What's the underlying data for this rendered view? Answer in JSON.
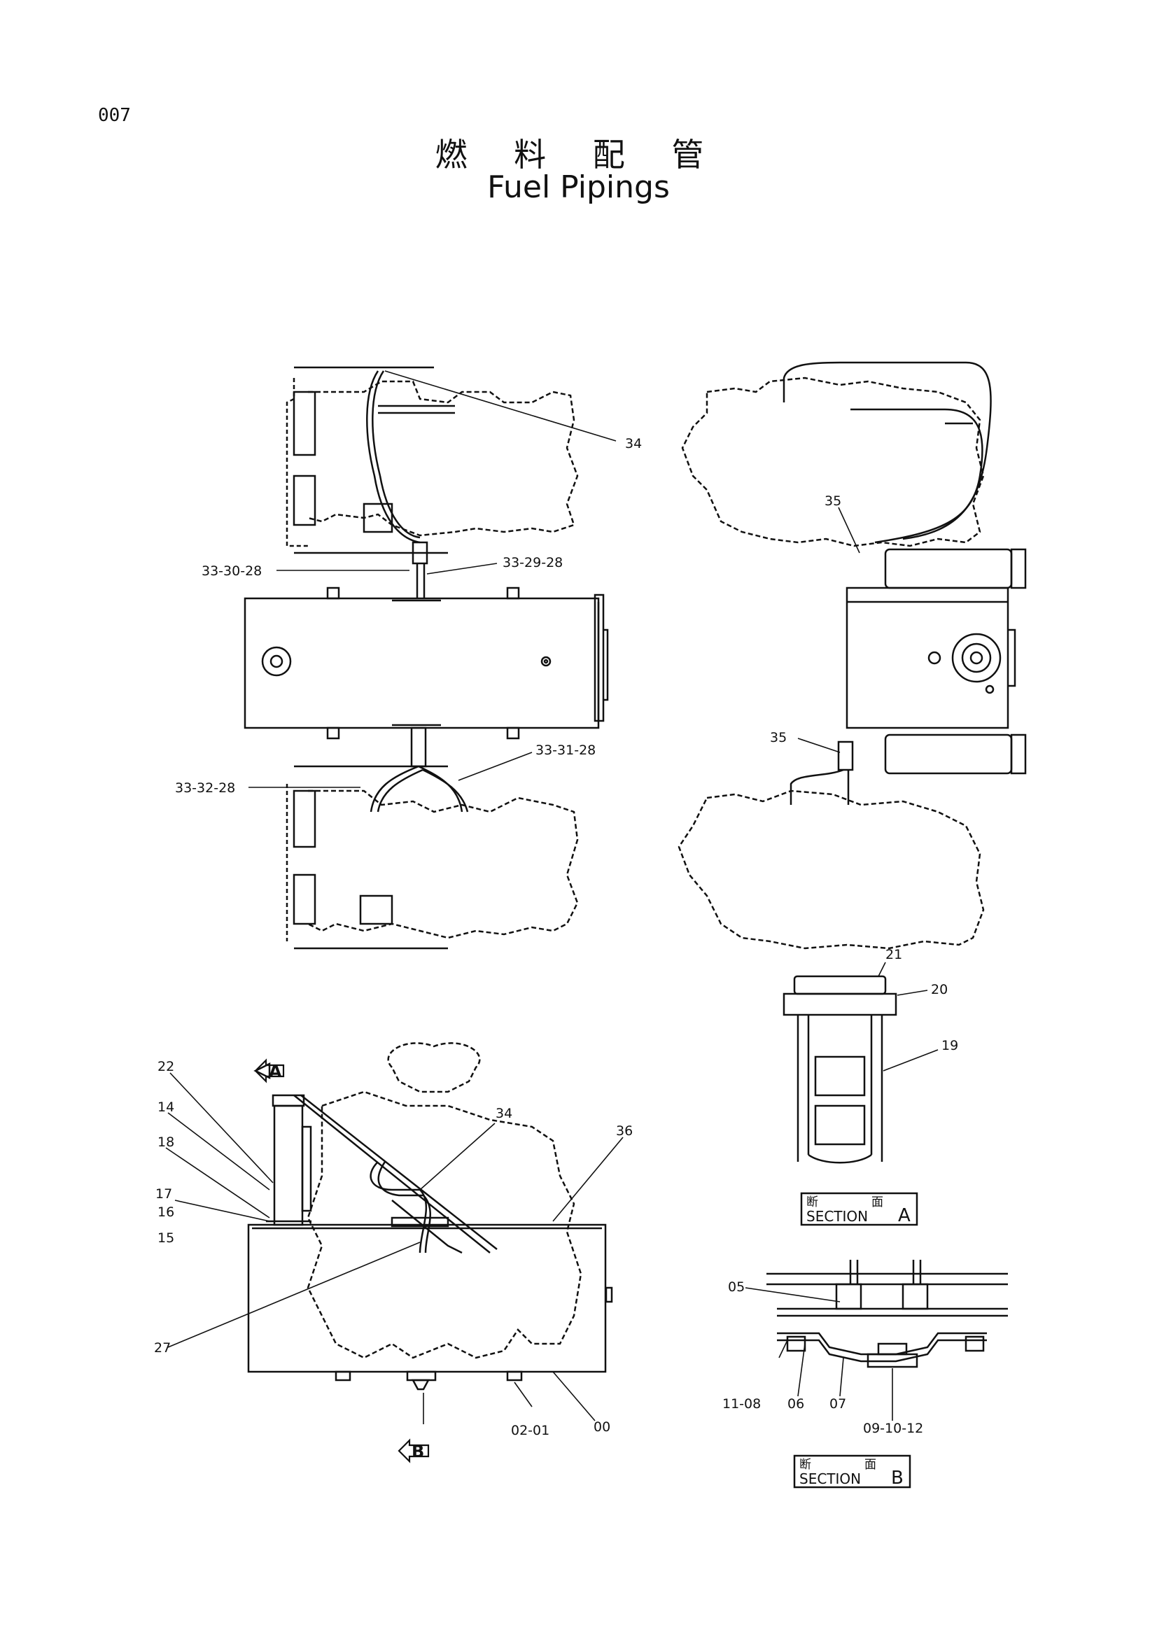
{
  "page": {
    "number": "007"
  },
  "title": {
    "japanese": "燃 料 配 管",
    "english": "Fuel Pipings"
  },
  "callouts": {
    "c34_top": "34",
    "c33_30_28": "33-30-28",
    "c33_29_28": "33-29-28",
    "c33_32_28": "33-32-28",
    "c33_31_28": "33-31-28",
    "c35_upper": "35",
    "c35_lower": "35",
    "c21": "21",
    "c20": "20",
    "c19": "19",
    "c22": "22",
    "c14": "14",
    "c18": "18",
    "c17": "17",
    "c16": "16",
    "c15": "15",
    "c34_side": "34",
    "c36": "36",
    "c27": "27",
    "c00": "00",
    "c02_01": "02-01",
    "c05": "05",
    "c11_08": "11-08",
    "c06": "06",
    "c07": "07",
    "c09_10_12": "09-10-12"
  },
  "view_arrows": {
    "a": "A",
    "b": "B"
  },
  "sections": {
    "a": {
      "kanji_left": "断",
      "kanji_right": "面",
      "word": "SECTION",
      "letter": "A"
    },
    "b": {
      "kanji_left": "断",
      "kanji_right": "面",
      "word": "SECTION",
      "letter": "B"
    }
  }
}
